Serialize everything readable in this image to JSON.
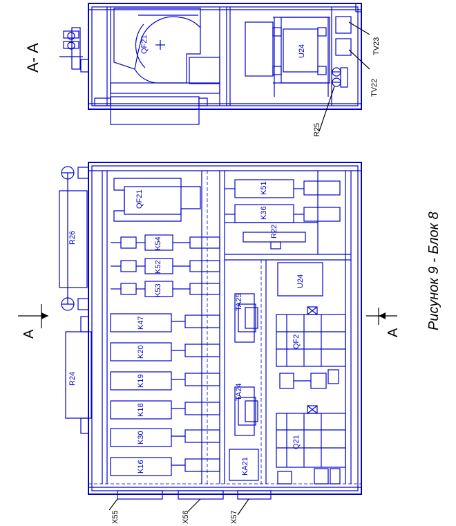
{
  "title": "Рисунок 9 - Блок 8",
  "section": {
    "label": "А- А",
    "marker_left": "А",
    "marker_right": "А"
  },
  "colors": {
    "line": "#0000cc",
    "text": "#000000",
    "background": "#ffffff"
  },
  "section_view": {
    "qf": "QF21",
    "u": "U24",
    "tv_a": "TV23",
    "tv_b": "TV22",
    "r": "R25"
  },
  "main_view": {
    "r26": "R26",
    "r24": "R24",
    "qf": "QF21",
    "k54": "K54",
    "k52": "K52",
    "k53": "K53",
    "k47": "K47",
    "k20": "K20",
    "k19": "K19",
    "k18": "K18",
    "k30": "K30",
    "k16": "K16",
    "k51": "K51",
    "k36": "K36",
    "r22": "R22",
    "u24": "U24",
    "ta25": "TA25",
    "ta24": "TA24",
    "qf2": "QF2",
    "q21": "Q21",
    "ka21": "KA21",
    "x55": "X55",
    "x56": "X56",
    "x57": "X57"
  }
}
